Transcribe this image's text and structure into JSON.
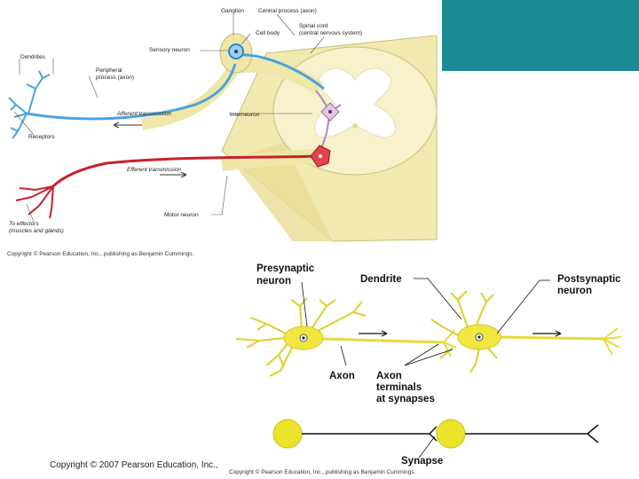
{
  "colors": {
    "teal": "#1a8a94",
    "spinal_cord": "#f6f1c5",
    "sensory": "#4aa3de",
    "motor": "#c8202d",
    "neuron_yellow": "#f2e640",
    "interneuron": "#c79ac8"
  },
  "top_diagram": {
    "labels": {
      "ganglion": "Ganglion",
      "central_process": "Central process (axon)",
      "spinal_cord_1": "Spinal cord",
      "spinal_cord_2": "(central nervous system)",
      "cell_body": "Cell body",
      "sensory_neuron": "Sensory neuron",
      "dendrites": "Dendrites",
      "peripheral_1": "Peripheral",
      "peripheral_2": "process (axon)",
      "afferent": "Afferent transmission",
      "interneuron": "Interneuron",
      "receptors": "Receptors",
      "efferent": "Efferent transmission",
      "motor_neuron": "Motor neuron",
      "effectors_1": "To effectors",
      "effectors_2": "(muscles and glands)"
    },
    "caption": "Copyright © Pearson Education, Inc., publishing as Benjamin Cummings."
  },
  "bottom_diagram": {
    "labels": {
      "presynaptic_1": "Presynaptic",
      "presynaptic_2": "neuron",
      "dendrite": "Dendrite",
      "postsynaptic_1": "Postsynaptic",
      "postsynaptic_2": "neuron",
      "axon": "Axon",
      "terminals_1": "Axon",
      "terminals_2": "terminals",
      "terminals_3": "at synapses",
      "synapse": "Synapse"
    },
    "caption": "Copyright © Pearson Education, Inc., publishing as Benjamin Cummings."
  },
  "copyright_main": "Copyright © 2007 Pearson Education, Inc.,"
}
